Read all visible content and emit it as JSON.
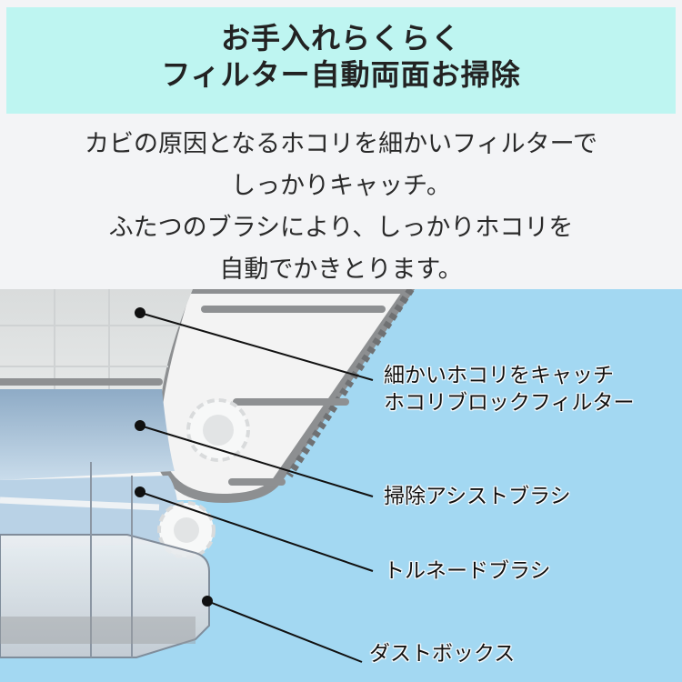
{
  "banner": {
    "line1": "お手入れらくらく",
    "line2": "フィルター自動両面お掃除",
    "bg_color": "#bef5f1"
  },
  "description": {
    "lines": [
      "カビの原因となるホコリを細かいフィルターで",
      "しっかりキャッチ。",
      "ふたつのブラシにより、しっかりホコリを",
      "自動でかきとります。"
    ]
  },
  "illustration": {
    "bg_color": "#a3d8f2",
    "labels": [
      {
        "line1": "細かいホコリをキャッチ",
        "line2": "ホコリブロックフィルター"
      },
      {
        "line1": "掃除アシストブラシ"
      },
      {
        "line1": "トルネードブラシ"
      },
      {
        "line1": "ダストボックス"
      }
    ]
  }
}
